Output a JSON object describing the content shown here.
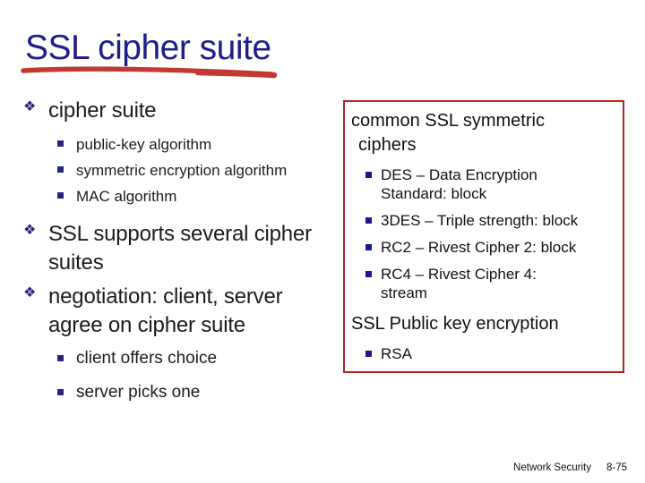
{
  "slide": {
    "title": "SSL cipher suite",
    "colors": {
      "title_navy": "#1f1e8a",
      "bullet_navy": "#26267e",
      "underline_red": "#c13a31",
      "box_border_red": "#ac2a23",
      "body_text": "#1c1c1c"
    },
    "icons": {
      "diamond_bullet": "❖"
    },
    "left": {
      "items": [
        {
          "label": "cipher suite",
          "subs": [
            "public-key algorithm",
            "symmetric encryption algorithm",
            "MAC  algorithm"
          ]
        },
        {
          "label": "SSL supports several cipher\nsuites",
          "subs": []
        },
        {
          "label": "negotiation: client, server\nagree on cipher suite",
          "subs": [
            "client offers choice",
            "server picks one"
          ]
        }
      ]
    },
    "box": {
      "sections": [
        {
          "heading": "common SSL symmetric\nciphers",
          "bullets": [
            "DES – Data Encryption\nStandard: block",
            "3DES – Triple strength: block",
            "RC2 – Rivest Cipher 2: block",
            "RC4 – Rivest Cipher 4:\nstream"
          ]
        },
        {
          "heading": "SSL Public key encryption",
          "bullets": [
            "RSA"
          ]
        }
      ]
    },
    "footer": {
      "course": "Network Security",
      "page": "8-75"
    }
  }
}
